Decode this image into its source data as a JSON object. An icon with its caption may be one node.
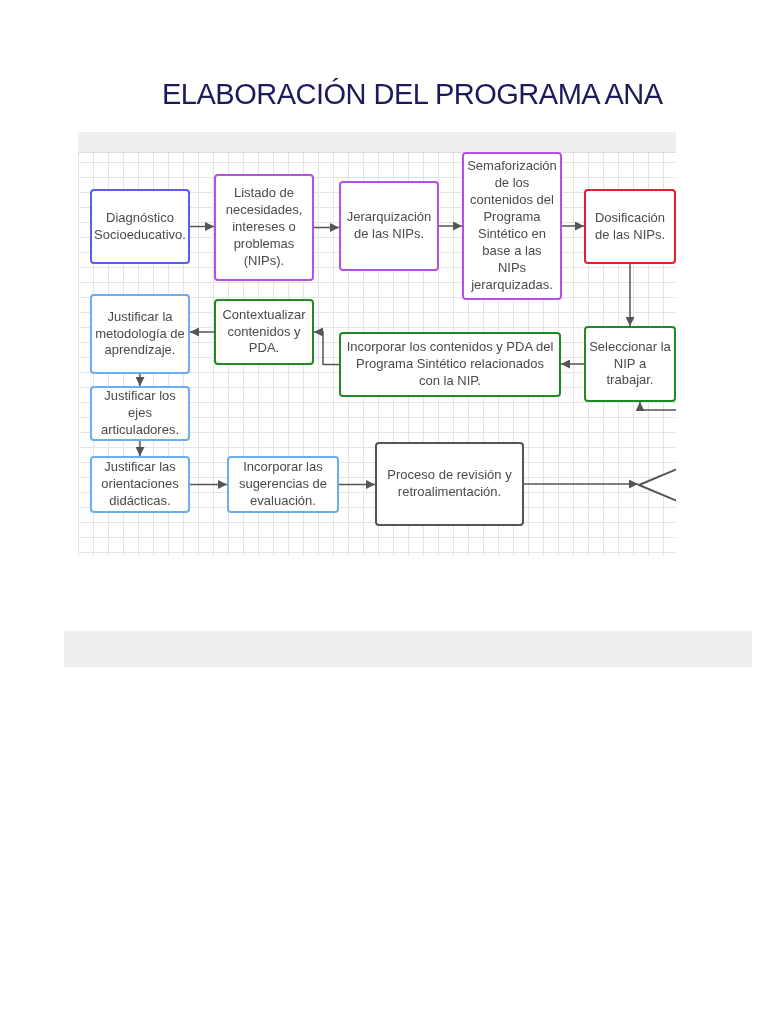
{
  "diagram": {
    "title": "ELABORACIÓN DEL PROGRAMA ANA",
    "nodes": [
      {
        "text": [
          "Diagnóstico Socioeducativo."
        ]
      },
      {
        "text": [
          "Listado de necesidades, intereses o problemas (NIPs)."
        ]
      },
      {
        "text": [
          "Jerarquización de las NIPs."
        ]
      },
      {
        "text": [
          "Semaforización de los contenidos del Programa Sintético en base a las NIPs jerarquizadas."
        ]
      },
      {
        "text": [
          "Dosificación de las NIPs."
        ]
      },
      {
        "text": [
          "Justificar la metodología de aprendizaje."
        ]
      },
      {
        "text": [
          "Contextualizar contenidos y PDA."
        ]
      },
      {
        "text": [
          "Incorporar los contenidos y PDA del Programa Sintético relacionados con la NIP."
        ]
      },
      {
        "text": [
          "Seleccionar la NIP a trabajar."
        ]
      },
      {
        "text": [
          "Justificar los ejes articuladores."
        ]
      },
      {
        "text": [
          "Justificar las orientaciones didácticas."
        ]
      },
      {
        "text": [
          "Incorporar las sugerencias de evaluación."
        ]
      },
      {
        "text": [
          "Proceso de revisión y retroalimentación."
        ]
      },
      {
        "text": [],
        "shape": "diamond"
      },
      {
        "text": [],
        "shape": "bar"
      }
    ],
    "edges": [
      {
        "from": 0,
        "to": 1,
        "arrow": "to"
      },
      {
        "from": 1,
        "to": 2,
        "arrow": "to"
      },
      {
        "from": 2,
        "to": 3,
        "arrow": "to"
      },
      {
        "from": 3,
        "to": 4,
        "arrow": "to"
      },
      {
        "from": 4,
        "to": 8,
        "arrow": "to"
      },
      {
        "from": 8,
        "to": 7,
        "arrow": "to"
      },
      {
        "from": 7,
        "to": 6,
        "arrow": "to"
      },
      {
        "from": 6,
        "to": 5,
        "arrow": "to"
      },
      {
        "from": 5,
        "to": 9,
        "arrow": "to"
      },
      {
        "from": 9,
        "to": 10,
        "arrow": "to"
      },
      {
        "from": 10,
        "to": 11,
        "arrow": "to"
      },
      {
        "from": 11,
        "to": 12,
        "arrow": "to"
      },
      {
        "from": 12,
        "to": 13,
        "arrow": "to"
      },
      {
        "from": null,
        "to": 8,
        "arrow": "to"
      }
    ]
  }
}
